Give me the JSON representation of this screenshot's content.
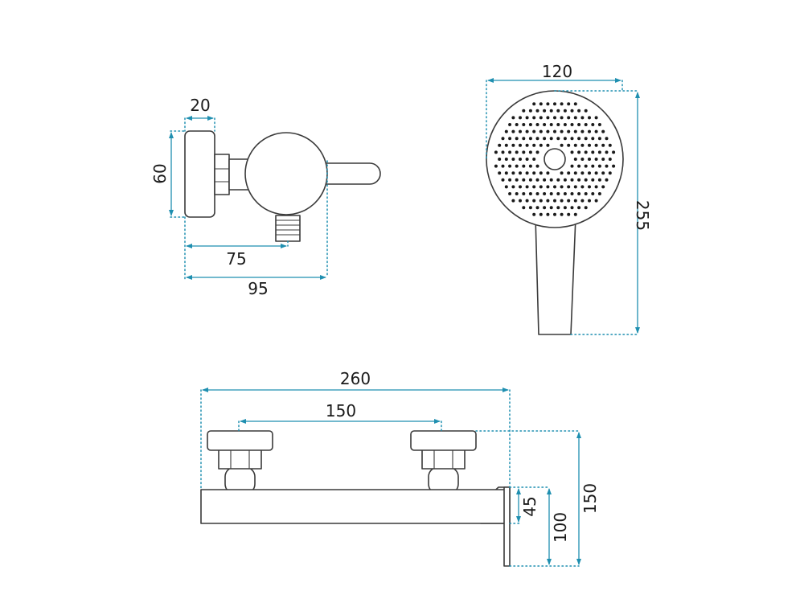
{
  "dimensions": {
    "mixer_depth": "20",
    "mixer_height": "60",
    "outlet_offset": "75",
    "mixer_length": "95",
    "head_diameter": "120",
    "handset_length": "255",
    "bar_width": "260",
    "inlet_spacing": "150",
    "bar_height": "45",
    "outlet_height": "100",
    "overall_height": "150"
  },
  "colors": {
    "outline": "#3a3a3a",
    "dimension": "#1f8fb0",
    "text": "#1a1a1a"
  }
}
